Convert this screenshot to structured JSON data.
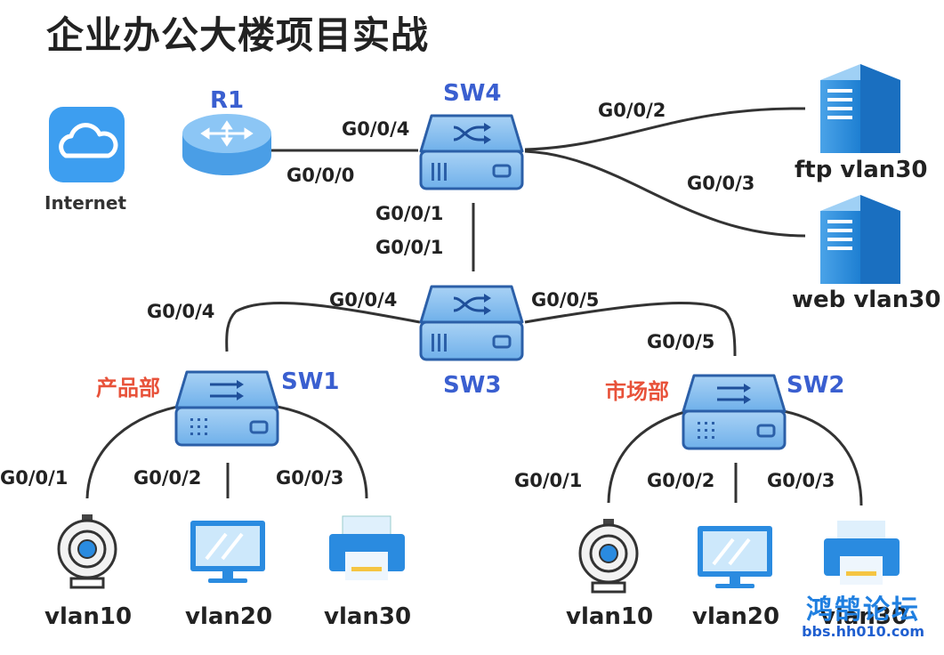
{
  "title": "企业办公大楼项目实战",
  "internet_label": "Internet",
  "router": {
    "name": "R1"
  },
  "switches": {
    "sw4": "SW4",
    "sw3": "SW3",
    "sw1": "SW1",
    "sw2": "SW2"
  },
  "departments": {
    "sw1": "产品部",
    "sw2": "市场部"
  },
  "servers": {
    "ftp": "ftp vlan30",
    "web": "web vlan30"
  },
  "ports": {
    "r1_sw4_sw4side": "G0/0/4",
    "r1_sw4_r1side": "G0/0/0",
    "sw4_ftp": "G0/0/2",
    "sw4_web": "G0/0/3",
    "sw4_sw3_top": "G0/0/1",
    "sw4_sw3_bottom": "G0/0/1",
    "sw3_left": "G0/0/4",
    "sw1_up": "G0/0/4",
    "sw3_right": "G0/0/5",
    "sw2_up": "G0/0/5",
    "sw1_p1": "G0/0/1",
    "sw1_p2": "G0/0/2",
    "sw1_p3": "G0/0/3",
    "sw2_p1": "G0/0/1",
    "sw2_p2": "G0/0/2",
    "sw2_p3": "G0/0/3"
  },
  "endpoints_left": [
    "vlan10",
    "vlan20",
    "vlan30"
  ],
  "endpoints_right": [
    "vlan10",
    "vlan20",
    "vlan30"
  ],
  "watermark": {
    "line1": "鸿鹄论坛",
    "line2": "bbs.hh010.com"
  },
  "colors": {
    "device_blue": "#5aa6e6",
    "label_blue": "#3a5fd0",
    "label_red": "#e8523a"
  }
}
